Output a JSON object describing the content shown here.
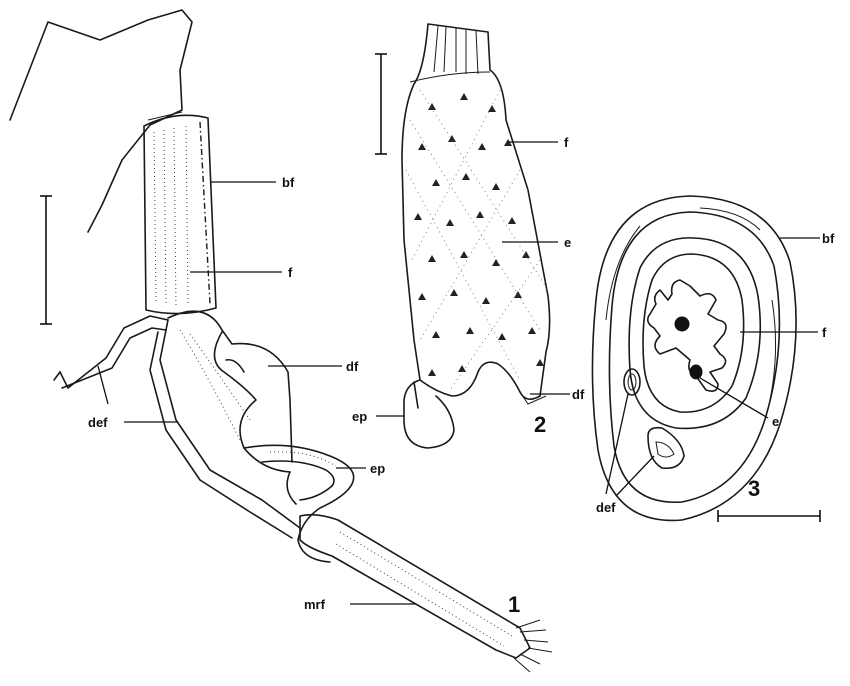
{
  "figure_numbers": {
    "fig1": "1",
    "fig2": "2",
    "fig3": "3"
  },
  "fig1_labels": {
    "bf": "bf",
    "f": "f",
    "df": "df",
    "def": "def",
    "ep": "ep",
    "mrf": "mrf"
  },
  "fig2_labels": {
    "f": "f",
    "e": "e",
    "df": "df",
    "ep": "ep"
  },
  "fig3_labels": {
    "bf": "bf",
    "f": "f",
    "e": "e",
    "def": "def"
  }
}
